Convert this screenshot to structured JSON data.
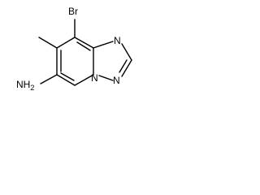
{
  "molecule": {
    "atoms": {
      "bromine": "Br",
      "nitrogen_ring_top": "N",
      "nitrogen_bridgehead": "N",
      "nitrogen_ring_bottom": "N",
      "amine": "NH",
      "amine_subscript": "2"
    }
  },
  "colors": {
    "bond": "#000000",
    "label": "#000000",
    "background": "#ffffff"
  }
}
